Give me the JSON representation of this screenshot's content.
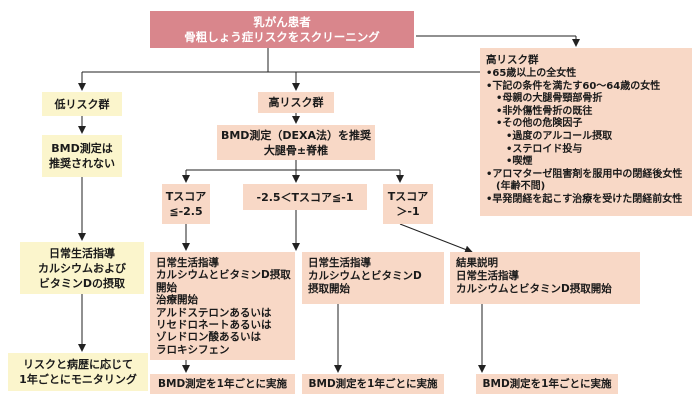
{
  "title": {
    "line1": "乳がん患者",
    "line2": "骨粗しょう症リスクをスクリーニング"
  },
  "low_risk": {
    "label": "低リスク群",
    "bmd_line1": "BMD測定は",
    "bmd_line2": "推奨されない",
    "guidance": [
      "日常生活指導",
      "カルシウムおよび",
      "ビタミンDの摂取"
    ],
    "monitoring": [
      "リスクと病歴に応じて",
      "1年ごとにモニタリング"
    ]
  },
  "high_risk": {
    "label": "高リスク群",
    "bmd_line1": "BMD測定（DEXA法）を推奨",
    "bmd_line2": "大腿骨±脊椎"
  },
  "tscores": {
    "low": [
      "Tスコア",
      "≦-2.5"
    ],
    "mid": [
      "-2.5＜Tスコア≦-1"
    ],
    "high": [
      "Tスコア",
      "＞-1"
    ]
  },
  "actions": {
    "low": [
      "日常生活指導",
      "カルシウムとビタミンD摂取",
      "開始",
      "治療開始",
      "アルドステロンあるいは",
      "リセドロネートあるいは",
      "ゾレドロン酸あるいは",
      "ラロキシフェン"
    ],
    "mid": [
      "日常生活指導",
      "カルシウムとビタミンD",
      "摂取開始"
    ],
    "high": [
      "結果説明",
      "日常生活指導",
      "カルシウムとビタミンD摂取開始"
    ]
  },
  "followup": {
    "low": "BMD測定を1年ごとに実施",
    "mid": "BMD測定を1年ごとに実施",
    "high": "BMD測定を1年ごとに実施"
  },
  "risk_group": {
    "title": "高リスク群",
    "items": [
      "•65歳以上の全女性",
      "•下記の条件を満たす60～64歳の女性",
      "　•母親の大腿骨頸部骨折",
      "　•非外傷性骨折の既往",
      "　•その他の危険因子",
      "　　•過度のアルコール摂取",
      "　　•ステロイド投与",
      "　　•喫煙",
      "•アロマターゼ阻害剤を服用中の閉経後女性",
      "　(年齢不問)",
      "•早発閉経を起こす治療を受けた閉経前女性"
    ]
  },
  "colors": {
    "title_bg": "#d9868c",
    "peach": "#f8d8c6",
    "yellow": "#fbf5cc"
  }
}
